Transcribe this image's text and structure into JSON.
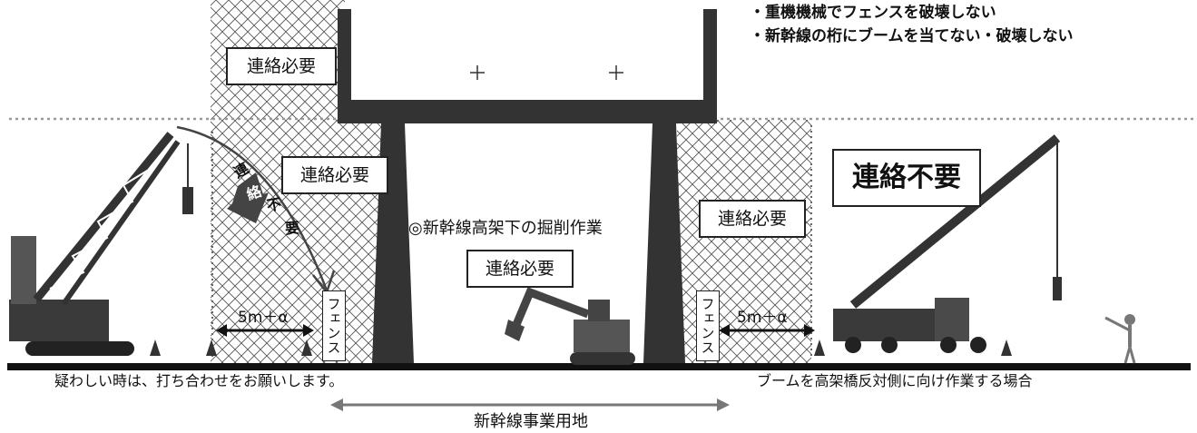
{
  "notes": [
    "・重機機械でフェンスを破壊しない",
    "・新幹線の桁にブームを当てない・破壊しない"
  ],
  "labels": {
    "contact_needed": "連絡必要",
    "contact_not_needed": "連絡不要",
    "excavation_title": "◎新幹線高架下の掘削作業",
    "fence": "フェンス",
    "distance": "5m＋α",
    "arc_text": [
      "連",
      "絡",
      "不",
      "要"
    ],
    "bottom_left": "疑わしい時は、打ち合わせをお願いします。",
    "bottom_right": "ブームを高架橋反対側に向け作業する場合",
    "land": "新幹線事業用地"
  },
  "colors": {
    "structure": "#333333",
    "ground": "#111111",
    "arrow_fill": "#444444"
  }
}
